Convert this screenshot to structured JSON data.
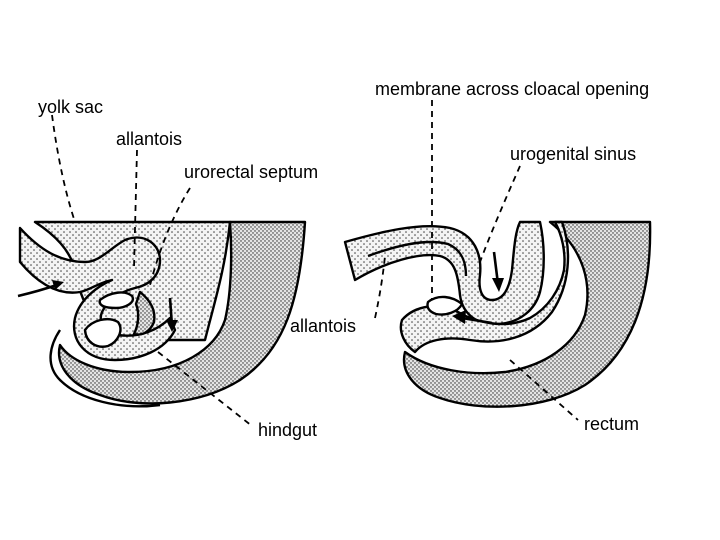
{
  "labels": {
    "yolk_sac": "yolk sac",
    "allantois_left": "allantois",
    "urorectal_septum": "urorectal septum",
    "hindgut": "hindgut",
    "membrane": "membrane across cloacal opening",
    "urogenital_sinus": "urogenital sinus",
    "allantois_right": "allantois",
    "rectum": "rectum"
  },
  "colors": {
    "ink": "#000000",
    "background": "#ffffff"
  }
}
